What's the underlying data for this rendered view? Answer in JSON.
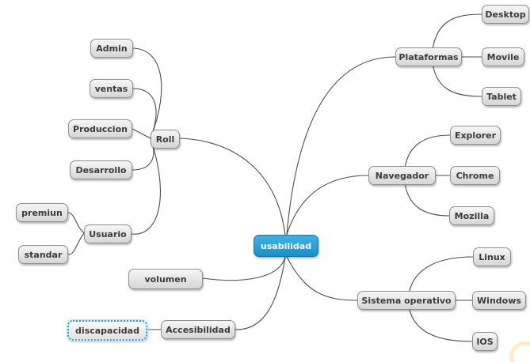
{
  "root": {
    "label": "usabilidad"
  },
  "branches": {
    "roll": {
      "label": "Roll",
      "children": [
        "Admin",
        "ventas",
        "Produccion",
        "Desarrollo"
      ],
      "usuario": {
        "label": "Usuario",
        "children": [
          "premiun",
          "standar"
        ]
      }
    },
    "volumen": {
      "label": "volumen"
    },
    "accesibilidad": {
      "label": "Accesibilidad",
      "children": [
        "discapacidad"
      ]
    },
    "plataformas": {
      "label": "Plataformas",
      "children": [
        "Desktop",
        "Movile",
        "Tablet"
      ]
    },
    "navegador": {
      "label": "Navegador",
      "children": [
        "Explorer",
        "Chrome",
        "Mozilla"
      ]
    },
    "sistema_operativo": {
      "label": "Sistema operativo",
      "children": [
        "Linux",
        "Windows",
        "IOS"
      ]
    }
  },
  "colors": {
    "root_fill": "#2a9fd6",
    "node_fill": "#e6e6e6",
    "connector": "#4d4d4d",
    "selection_outline": "#2a9fd6"
  },
  "selected_node": "discapacidad"
}
